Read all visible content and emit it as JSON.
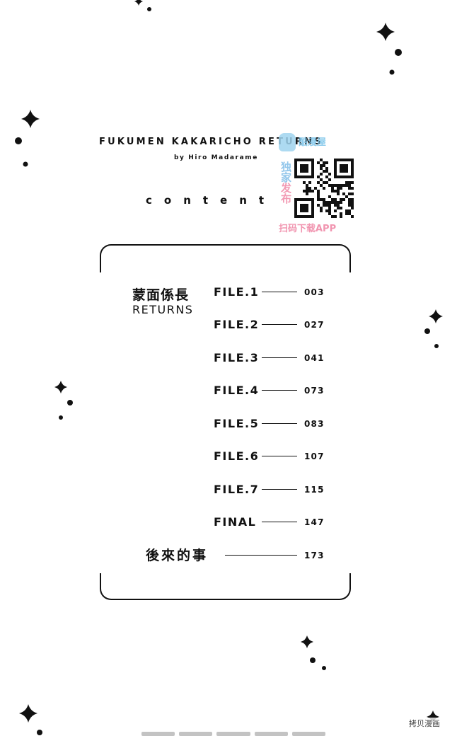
{
  "header": {
    "title": "FUKUMEN KAKARICHO RETURNS",
    "byline": "by Hiro Madarame",
    "content_word": "content"
  },
  "promo": {
    "brand": "酷漫屋",
    "vertical_1": "独家",
    "vertical_2": "发布",
    "cta": "扫码下载APP",
    "accent_blue": "#7fc6ea",
    "accent_pink": "#f08aa8",
    "icon": "qr-code-icon"
  },
  "series": {
    "title_jp": "蒙面係長",
    "title_en": "RETURNS"
  },
  "toc": [
    {
      "label": "FILE.1",
      "page": "003"
    },
    {
      "label": "FILE.2",
      "page": "027"
    },
    {
      "label": "FILE.3",
      "page": "041"
    },
    {
      "label": "FILE.4",
      "page": "073"
    },
    {
      "label": "FILE.5",
      "page": "083"
    },
    {
      "label": "FILE.6",
      "page": "107"
    },
    {
      "label": "FILE.7",
      "page": "115"
    },
    {
      "label": "FINAL",
      "page": "147"
    },
    {
      "label": "後來的事",
      "page": "173"
    }
  ],
  "watermark": "拷贝漫画",
  "decoration": {
    "icon": "sparkle-icon",
    "color": "#111111"
  }
}
